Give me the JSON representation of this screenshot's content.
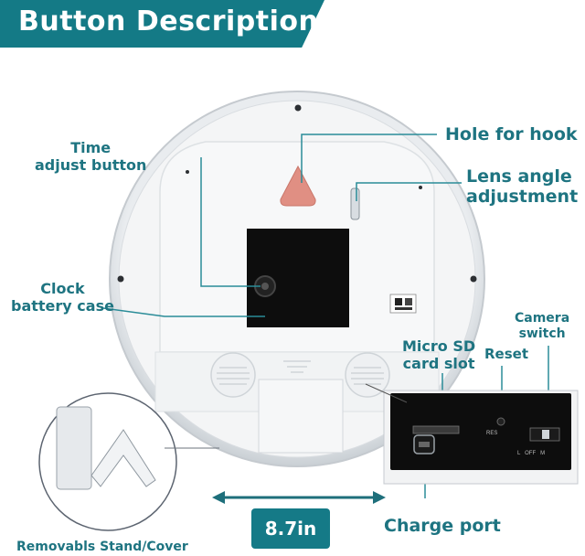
{
  "banner": {
    "title": "Button Description"
  },
  "labels": {
    "time_adjust": "Time\nadjust button",
    "battery_case": "Clock\nbattery case",
    "hook": "Hole for hook",
    "lens": "Lens angle\nadjustment",
    "camera_switch": "Camera\nswitch",
    "reset": "Reset",
    "sd_slot": "Micro SD\ncard slot",
    "charge_port": "Charge port",
    "stand": "Removabls Stand/Cover",
    "res_small": "RES",
    "switch_small": "L   OFF   M"
  },
  "dimension": {
    "width": "8.7in"
  },
  "colors": {
    "accent": "#147a86",
    "label": "#1e7481",
    "line": "#2a8c98"
  }
}
